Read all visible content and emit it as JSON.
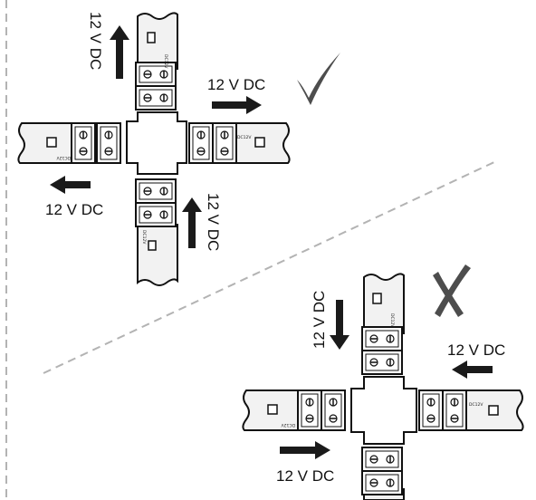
{
  "voltage_label": "12 V DC",
  "strip_marking": "DC12V",
  "correct": {
    "mark_icon": "check-mark-icon",
    "arrows": [
      {
        "where": "top",
        "direction": "up",
        "label": "12 V DC"
      },
      {
        "where": "right",
        "direction": "right",
        "label": "12 V DC"
      },
      {
        "where": "left",
        "direction": "left",
        "label": "12 V DC"
      },
      {
        "where": "bottom",
        "direction": "up",
        "label": "12 V DC"
      }
    ]
  },
  "incorrect": {
    "mark_icon": "cross-mark-icon",
    "arrows": [
      {
        "where": "top",
        "direction": "down",
        "label": "12 V DC"
      },
      {
        "where": "right",
        "direction": "left",
        "label": "12 V DC"
      },
      {
        "where": "left",
        "direction": "right",
        "label": "12 V DC"
      }
    ]
  },
  "colors": {
    "line": "#111111",
    "strip": "#f2f2f2",
    "arrow": "#1a1a1a",
    "dash": "#b3b3b3",
    "mark": "#4d4d4d"
  }
}
